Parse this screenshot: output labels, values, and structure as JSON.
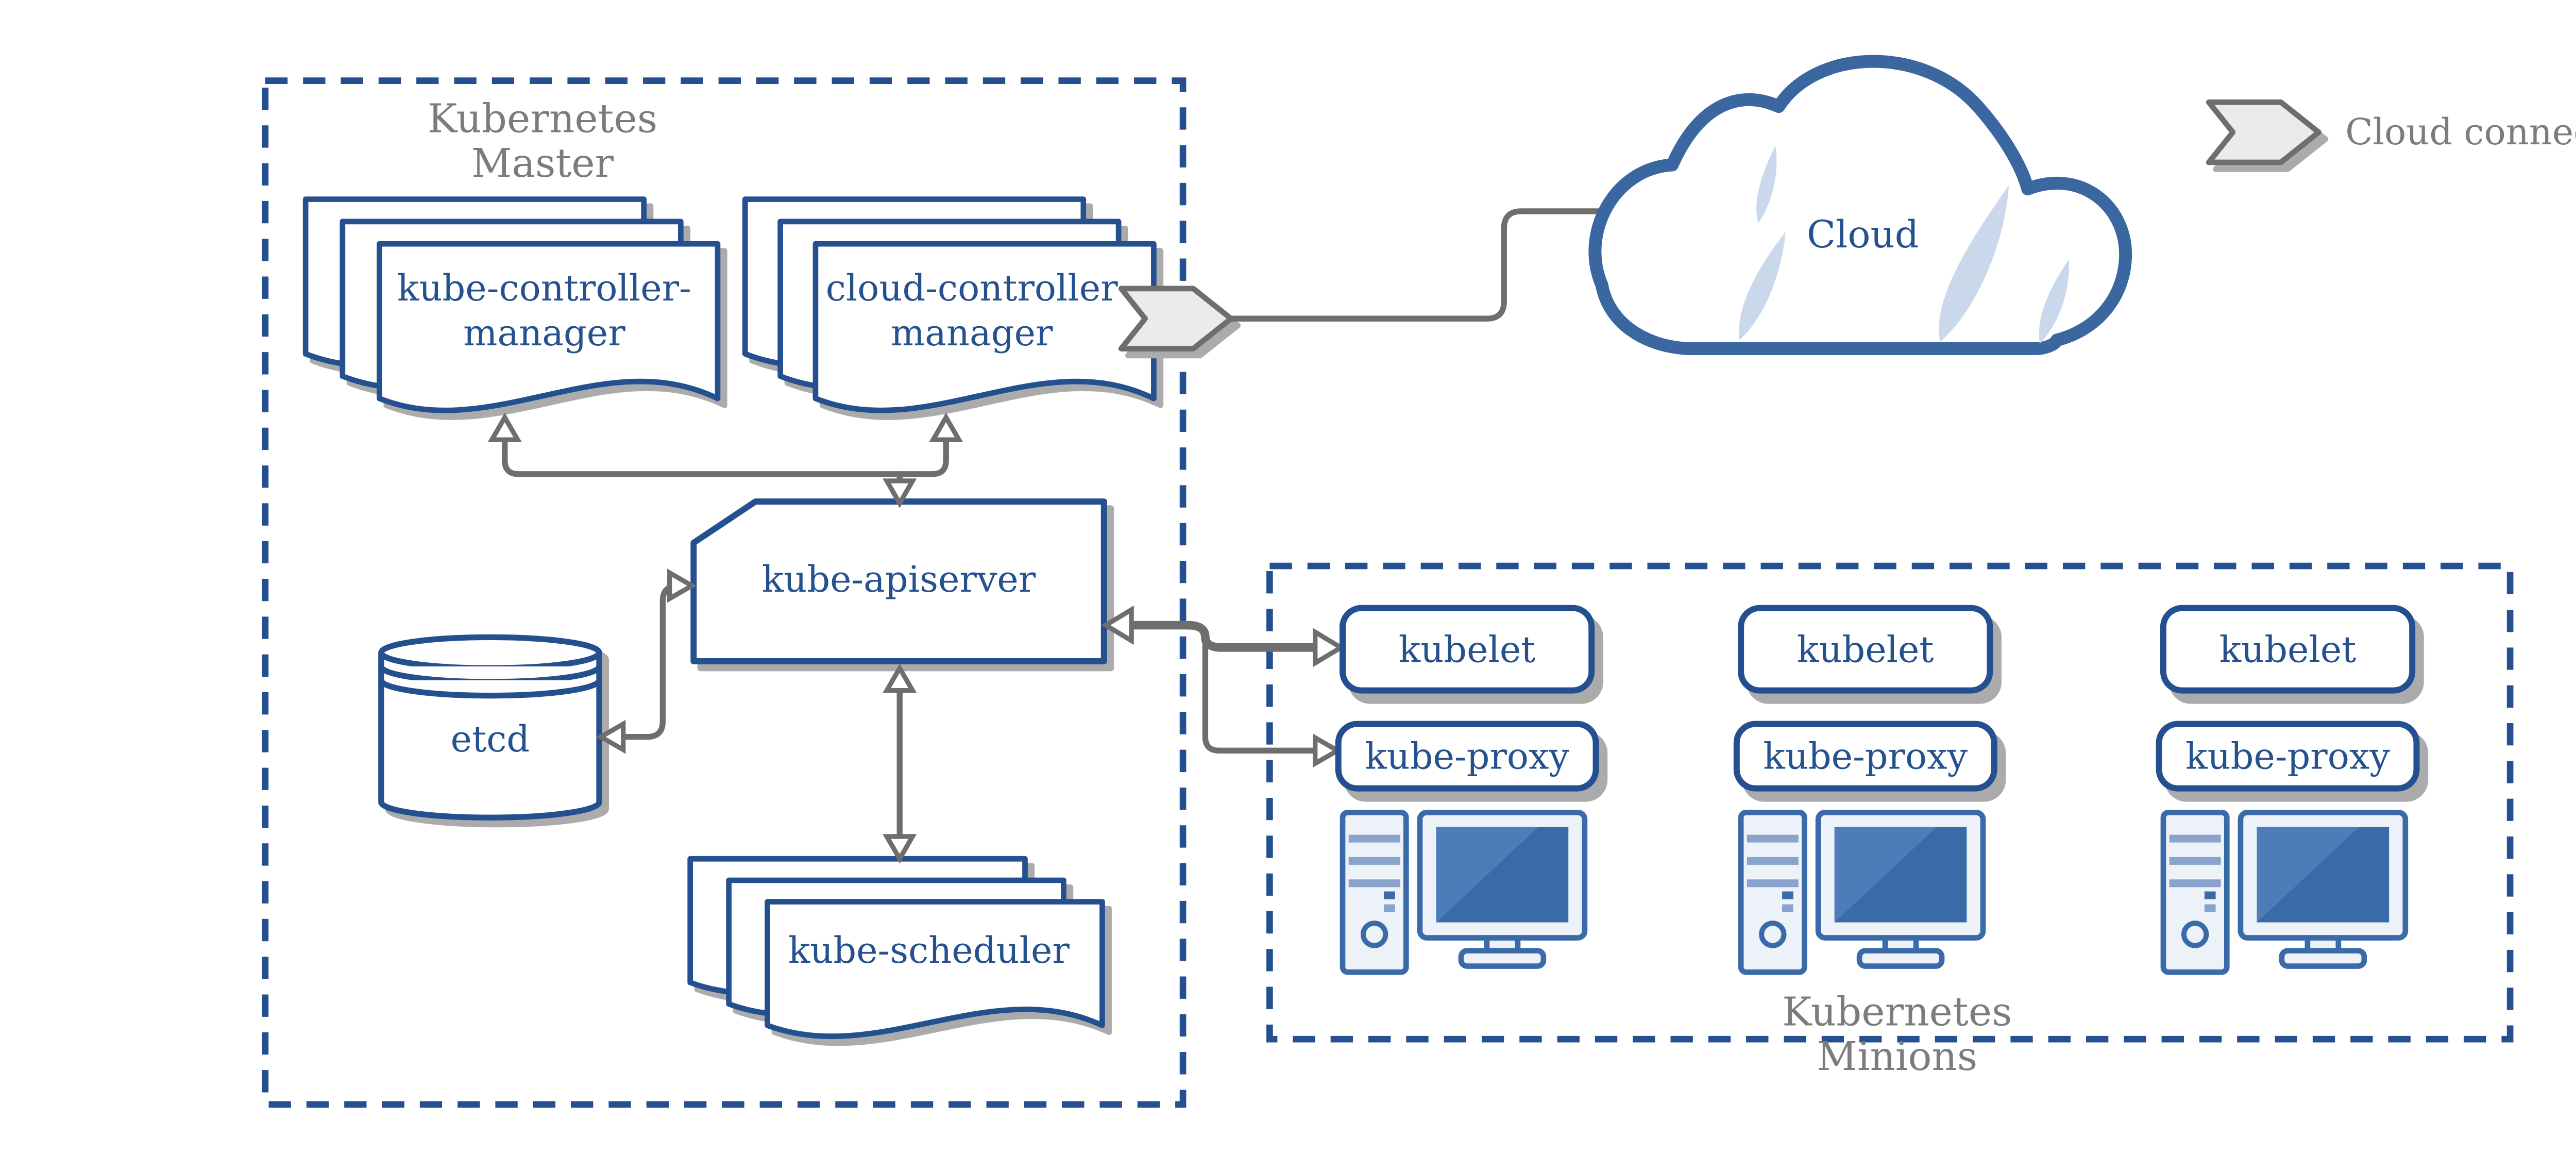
{
  "colors": {
    "blue": "#24508F",
    "text_blue": "#25528F",
    "cloud_blue": "#3A679F",
    "icon_blue": "#3A6BA8",
    "icon_light": "#4E7CB9",
    "icon_fill": "#EDF2F9",
    "stripe": "#8AA3CC",
    "gray": "#7C7C7C",
    "arrow": "#6E6E6E",
    "shadow": "#ABABAB",
    "crescent": "#C9D8EB",
    "chev_fill": "#EBEBEB",
    "chev_stroke": "#6E6E6E"
  },
  "master": {
    "title": [
      "Kubernetes",
      "Master"
    ],
    "kube_controller_manager": [
      "kube-controller-",
      "manager"
    ],
    "cloud_controller_manager": [
      "cloud-controller",
      "manager"
    ],
    "kube_apiserver": "kube-apiserver",
    "etcd": "etcd",
    "kube_scheduler": "kube-scheduler"
  },
  "cloud": {
    "label": "Cloud"
  },
  "legend": {
    "label": "Cloud connector"
  },
  "minions": {
    "title": [
      "Kubernetes",
      "Minions"
    ],
    "nodes": [
      {
        "kubelet": "kubelet",
        "kube_proxy": "kube-proxy"
      },
      {
        "kubelet": "kubelet",
        "kube_proxy": "kube-proxy"
      },
      {
        "kubelet": "kubelet",
        "kube_proxy": "kube-proxy"
      }
    ]
  }
}
